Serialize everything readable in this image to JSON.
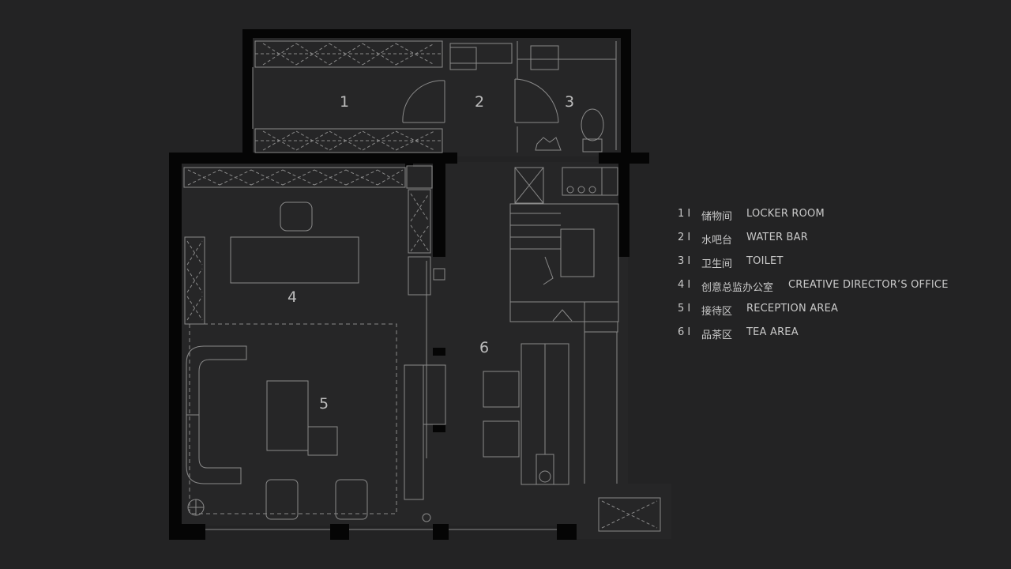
{
  "plan": {
    "rooms": [
      {
        "number": "1",
        "cn": "储物间",
        "en": "LOCKER ROOM"
      },
      {
        "number": "2",
        "cn": "水吧台",
        "en": "WATER BAR"
      },
      {
        "number": "3",
        "cn": "卫生间",
        "en": "TOILET"
      },
      {
        "number": "4",
        "cn": "创意总监办公室",
        "en": "CREATIVE DIRECTOR’S OFFICE"
      },
      {
        "number": "5",
        "cn": "接待区",
        "en": "RECEPTION AREA"
      },
      {
        "number": "6",
        "cn": "品茶区",
        "en": "TEA AREA"
      }
    ],
    "separator": "I",
    "colors": {
      "background": "#232324",
      "wall": "#050505",
      "line": "#8a8a8a",
      "text": "#c9c9c9"
    }
  }
}
